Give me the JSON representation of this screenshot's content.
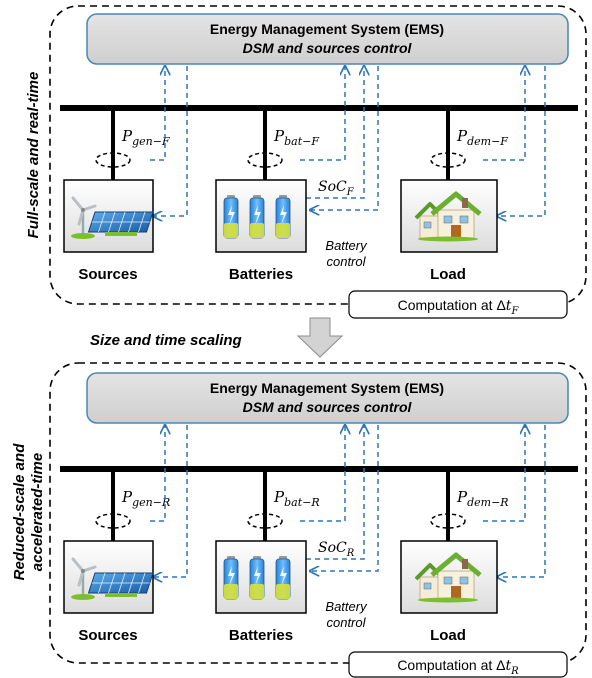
{
  "top": {
    "side_label": "Full-scale and real-time",
    "ems_title": "Energy Management System (EMS)",
    "ems_subtitle": "DSM and sources control",
    "p_gen": {
      "main": "P",
      "sub": "gen−F"
    },
    "p_bat": {
      "main": "P",
      "sub": "bat−F"
    },
    "p_dem": {
      "main": "P",
      "sub": "dem−F"
    },
    "soc": {
      "main": "SoC",
      "sub": "F"
    },
    "battery_control_1": "Battery",
    "battery_control_2": "control",
    "sources": "Sources",
    "batteries": "Batteries",
    "load": "Load",
    "computation_prefix": "Computation at Δ",
    "computation_t": "t",
    "computation_sub": "F"
  },
  "scaling_label": "Size and time scaling",
  "bottom": {
    "side_label_1": "Reduced-scale and",
    "side_label_2": "accelerated-time",
    "ems_title": "Energy Management System (EMS)",
    "ems_subtitle": "DSM and sources control",
    "p_gen": {
      "main": "P",
      "sub": "gen−R"
    },
    "p_bat": {
      "main": "P",
      "sub": "bat−R"
    },
    "p_dem": {
      "main": "P",
      "sub": "dem−R"
    },
    "soc": {
      "main": "SoC",
      "sub": "R"
    },
    "battery_control_1": "Battery",
    "battery_control_2": "control",
    "sources": "Sources",
    "batteries": "Batteries",
    "load": "Load",
    "computation_prefix": "Computation at Δ",
    "computation_t": "t",
    "computation_sub": "R"
  },
  "colors": {
    "ems_fill": "#d9d9d9",
    "ems_stroke": "#4a86b6",
    "signal": "#2e75b6",
    "bus": "#000000"
  }
}
